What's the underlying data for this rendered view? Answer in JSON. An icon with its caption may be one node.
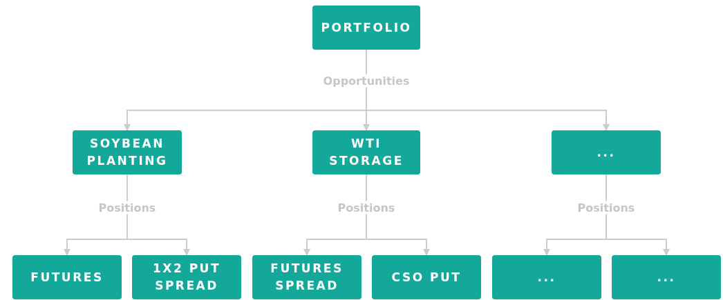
{
  "diagram": {
    "nodes": [
      {
        "text": [
          "PORTFOLIO"
        ]
      },
      {
        "text": [
          "SOYBEAN PLANTING"
        ]
      },
      {
        "text": [
          "WTI STORAGE"
        ]
      },
      {
        "text": [
          "..."
        ]
      },
      {
        "text": [
          "FUTURES"
        ]
      },
      {
        "text": [
          "1X2 PUT SPREAD"
        ]
      },
      {
        "text": [
          "FUTURES SPREAD"
        ]
      },
      {
        "text": [
          "CSO PUT"
        ]
      },
      {
        "text": [
          "..."
        ]
      },
      {
        "text": [
          "..."
        ]
      }
    ],
    "edges": [
      {
        "from": 0,
        "to": 1,
        "arrow": "to"
      },
      {
        "from": 0,
        "to": 2,
        "arrow": "to",
        "label": "Opportunities"
      },
      {
        "from": 0,
        "to": 3,
        "arrow": "to"
      },
      {
        "from": 1,
        "to": 4,
        "arrow": "to",
        "label": "Positions"
      },
      {
        "from": 1,
        "to": 5,
        "arrow": "to"
      },
      {
        "from": 2,
        "to": 6,
        "arrow": "to",
        "label": "Positions"
      },
      {
        "from": 2,
        "to": 7,
        "arrow": "to"
      },
      {
        "from": 3,
        "to": 8,
        "arrow": "to",
        "label": "Positions"
      },
      {
        "from": 3,
        "to": 9,
        "arrow": "to"
      }
    ]
  }
}
